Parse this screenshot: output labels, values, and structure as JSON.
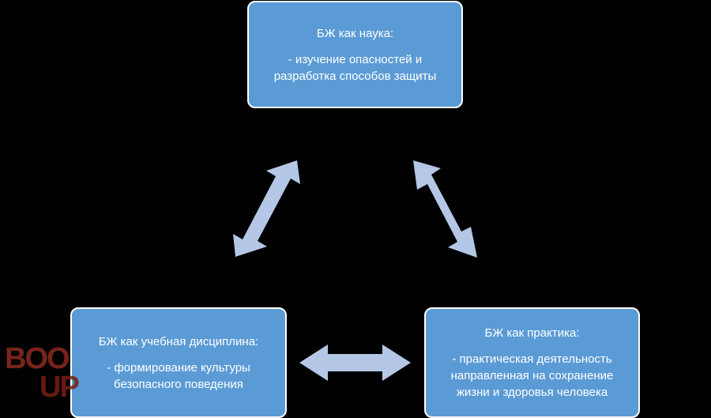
{
  "diagram": {
    "top": {
      "title": "БЖ как наука:",
      "lines": [
        "- изучение опасностей и",
        "разработка способов защиты"
      ]
    },
    "left": {
      "title": "БЖ как учебная дисциплина:",
      "lines": [
        "- формирование культуры",
        "безопасного поведения"
      ]
    },
    "right": {
      "title": "БЖ как практика:",
      "lines": [
        "- практическая деятельность",
        "направленная на сохранение",
        "жизни и здоровья человека"
      ]
    }
  },
  "colors": {
    "background": "#000000",
    "box_fill": "#5b9bd5",
    "box_border": "#ffffff",
    "arrow_fill": "#b4c7e7"
  },
  "logo": {
    "line1": "BOO",
    "line2": "UP"
  }
}
